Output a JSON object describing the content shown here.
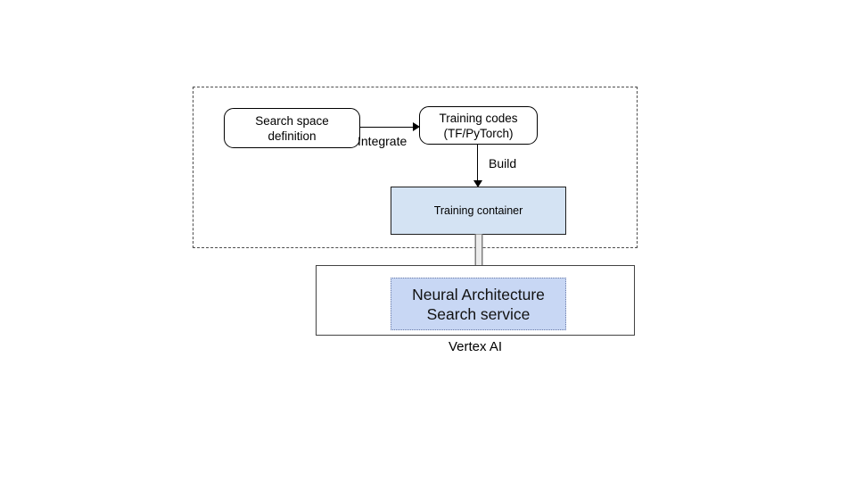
{
  "diagram": {
    "title_caption": "Vertex AI",
    "colors": {
      "training_container_fill": "#d4e3f3",
      "nas_fill": "#c8d7f4",
      "nas_border": "#6b7ba8",
      "group_border": "#4d4d4d",
      "vertex_border": "#434343",
      "connector": "#000000",
      "block_arrow_fill": "#ececec",
      "block_arrow_stroke": "#6e6e6e",
      "background": "#ffffff"
    },
    "nodes": {
      "search_space": {
        "line1": "Search space",
        "line2": "definition"
      },
      "training_codes": {
        "line1": "Training codes",
        "line2": "(TF/PyTorch)"
      },
      "training_container": {
        "label": "Training container"
      },
      "nas_service": {
        "line1": "Neural Architecture",
        "line2": "Search service"
      },
      "vertex_ai": {
        "label": "Vertex AI"
      }
    },
    "edges": {
      "integrate": {
        "label": "Integrate",
        "from": "Search space definition",
        "to": "Training codes (TF/PyTorch)"
      },
      "build": {
        "label": "Build",
        "from": "Training codes (TF/PyTorch)",
        "to": "Training container"
      },
      "deploy": {
        "label": "",
        "from": "Training container",
        "to": "Neural Architecture Search service"
      }
    }
  }
}
